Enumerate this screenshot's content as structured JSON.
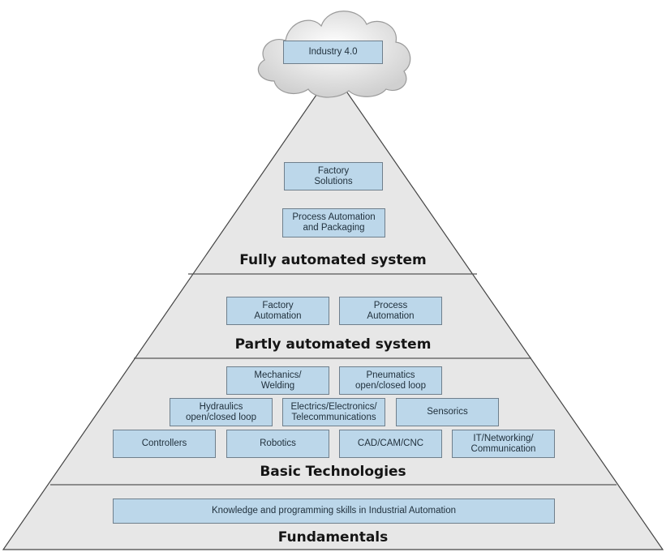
{
  "apex": {
    "label": "Industry 4.0"
  },
  "layers": {
    "fully": {
      "title": "Fully automated system",
      "items": [
        "Factory\nSolutions",
        "Process Automation\nand Packaging"
      ]
    },
    "partly": {
      "title": "Partly automated system",
      "items": [
        "Factory\nAutomation",
        "Process\nAutomation"
      ]
    },
    "basic": {
      "title": "Basic Technologies",
      "items": [
        "Mechanics/\nWelding",
        "Pneumatics\nopen/closed loop",
        "Hydraulics\nopen/closed loop",
        "Electrics/Electronics/\nTelecommunications",
        "Sensorics",
        "Controllers",
        "Robotics",
        "CAD/CAM/CNC",
        "IT/Networking/\nCommunication"
      ]
    },
    "fundamentals": {
      "title": "Fundamentals",
      "items": [
        "Knowledge and programming skills in Industrial Automation"
      ]
    }
  },
  "colors": {
    "pyramid_fill": "#e7e7e7",
    "pyramid_stroke": "#444444",
    "box_fill": "#bcd7ea",
    "box_stroke": "#6f7f8c",
    "cloud_fill": "#e9e9e9"
  }
}
